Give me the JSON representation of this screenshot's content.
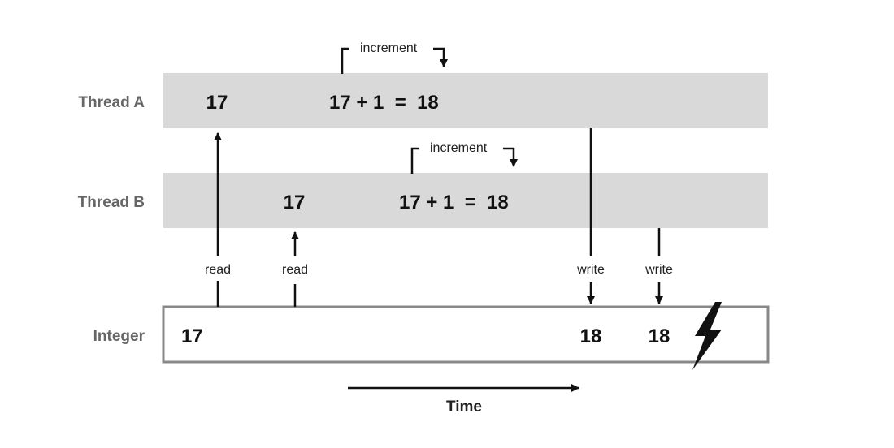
{
  "lanes": {
    "thread_a": "Thread A",
    "thread_b": "Thread B",
    "integer": "Integer"
  },
  "thread_a": {
    "read_value": "17",
    "equation": "17 + 1  =  18",
    "increment_label": "increment"
  },
  "thread_b": {
    "read_value": "17",
    "equation": "17 + 1  =  18",
    "increment_label": "increment"
  },
  "integer": {
    "initial_value": "17",
    "value_after_write_a": "18",
    "value_after_write_b": "18"
  },
  "arrows": {
    "read_a": "read",
    "read_b": "read",
    "write_a": "write",
    "write_b": "write"
  },
  "axis": {
    "time_label": "Time"
  },
  "colors": {
    "lane_fill": "#d9d9d9",
    "integer_border": "#888888",
    "stroke": "#111111"
  }
}
